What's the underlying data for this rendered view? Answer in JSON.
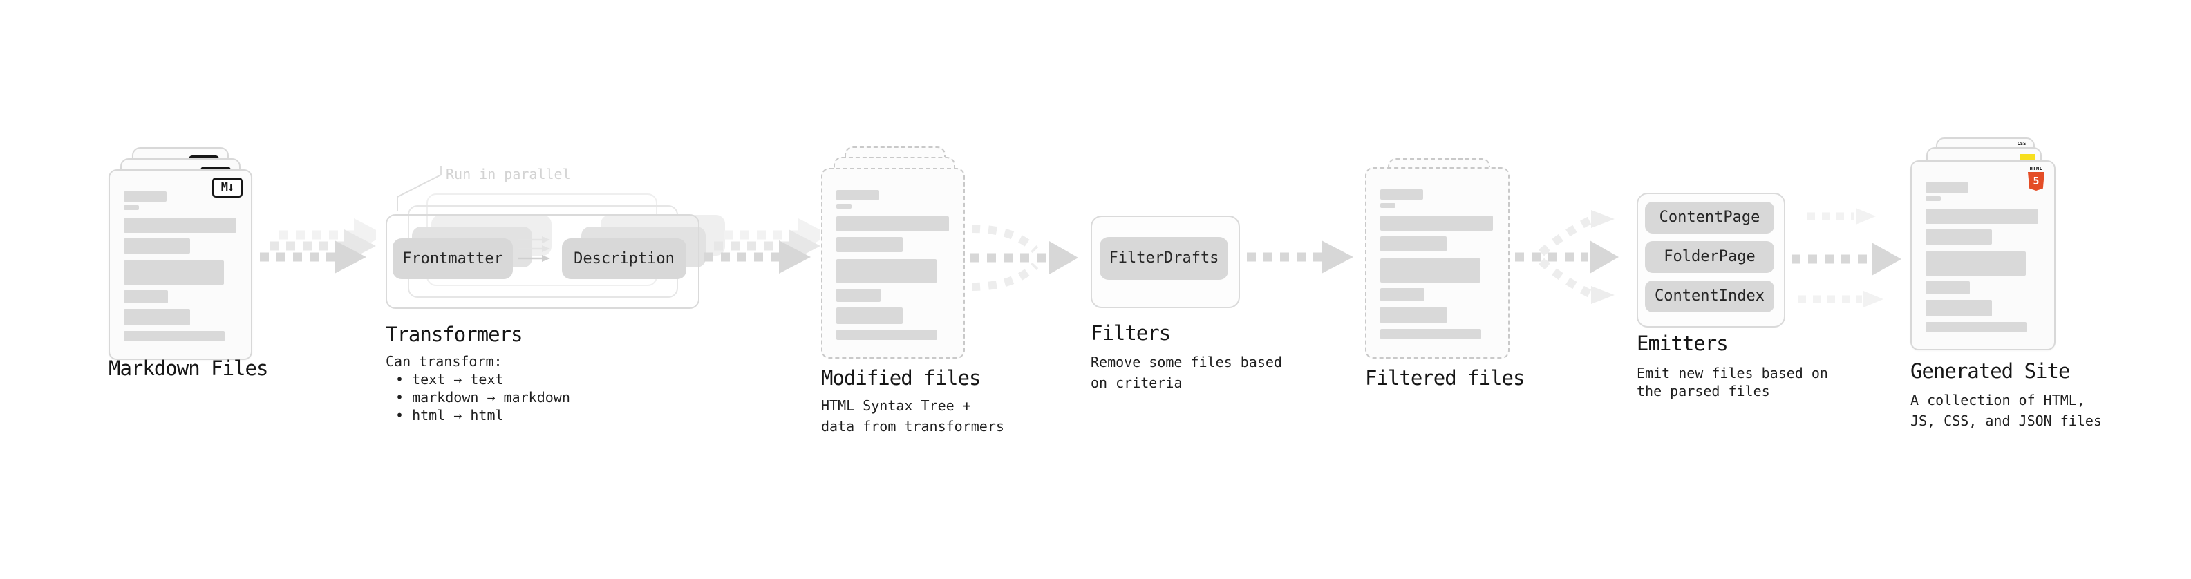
{
  "colors": {
    "ink": "#161616",
    "note_ink": "#1f1f1f",
    "ghost_text": "#d3d3d3",
    "card_bg": "#fbfbfb",
    "card_border": "#d8d8d8",
    "dashed_border": "#c9c9c9",
    "bar_fill": "#d9d9d9",
    "pill_fill": "#d8d8d8",
    "pill_ink": "#262626",
    "box_border": "#dadada",
    "arrow_dark": "#d7d7d7",
    "arrow_mid": "#e7e7e7",
    "arrow_faint": "#f2f2f2",
    "branch_faint": "#ededed",
    "mini_light": "#e3e3e3",
    "mini_dark": "#cfcfcf",
    "html5_orange": "#e44d26",
    "js_yellow": "#f7df1e",
    "css_blue": "#2965f1"
  },
  "doc_bars": [
    [
      30,
      62,
      15
    ],
    [
      50,
      22,
      7
    ],
    [
      68,
      163,
      22
    ],
    [
      98,
      96,
      22
    ],
    [
      130,
      145,
      35
    ],
    [
      173,
      64,
      19
    ],
    [
      200,
      96,
      24
    ],
    [
      232,
      146,
      15
    ]
  ],
  "stages": {
    "markdown_files": {
      "label": "Markdown Files",
      "icon_text": "M↓"
    },
    "transformers": {
      "label": "Transformers",
      "callout": "Run in parallel",
      "pill_frontmatter": "Frontmatter",
      "pill_description": "Description",
      "note_title": "Can transform:",
      "bullet_1": "• text → text",
      "bullet_2": "• markdown → markdown",
      "bullet_3": "• html → html"
    },
    "modified_files": {
      "label": "Modified files",
      "note_line1": "HTML Syntax Tree +",
      "note_line2": "data from transformers"
    },
    "filters": {
      "label": "Filters",
      "pill_filterdrafts": "FilterDrafts",
      "note_line1": "Remove some files based",
      "note_line2": "on criteria"
    },
    "filtered_files": {
      "label": "Filtered files"
    },
    "emitters": {
      "label": "Emitters",
      "pill_contentpage": "ContentPage",
      "pill_folderpage": "FolderPage",
      "pill_contentindex": "ContentIndex",
      "note_line1": "Emit new files based on",
      "note_line2": "the parsed files"
    },
    "generated_site": {
      "label": "Generated Site",
      "note_line1": "A collection of HTML,",
      "note_line2": "JS, CSS, and JSON files",
      "css_icon_label": "CSS",
      "html5_icon_label": "HTML",
      "html5_icon_number": "5"
    }
  }
}
